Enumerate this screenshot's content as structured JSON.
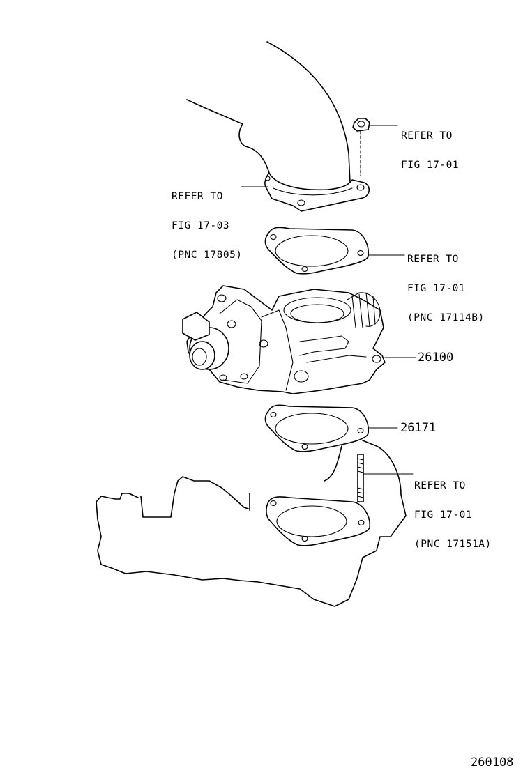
{
  "callouts": {
    "nut_ref": {
      "line1": "REFER TO",
      "line2": "FIG 17-01"
    },
    "intake_ref": {
      "line1": "REFER TO",
      "line2": "FIG 17-03",
      "line3": "(PNC 17805)"
    },
    "upper_gasket_ref": {
      "line1": "REFER TO",
      "line2": "FIG 17-01",
      "line3": "(PNC 17114B)"
    },
    "stud_ref": {
      "line1": "REFER TO",
      "line2": "FIG 17-01",
      "line3": "(PNC 17151A)"
    }
  },
  "parts": {
    "throttle_body": "26100",
    "lower_gasket": "26171"
  },
  "figure_id": "260108"
}
